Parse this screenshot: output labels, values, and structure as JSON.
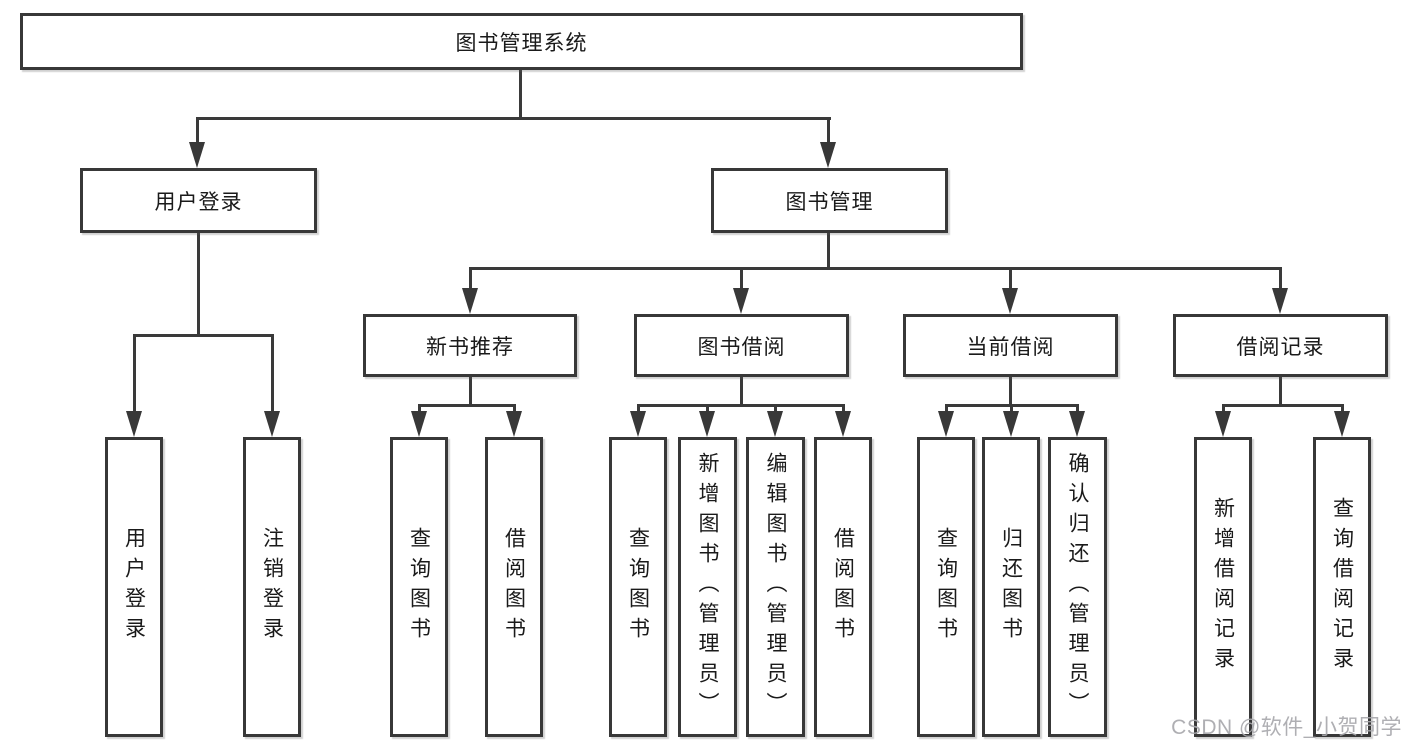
{
  "tree": {
    "label": "图书管理系统",
    "children": [
      {
        "label": "用户登录",
        "children": [
          {
            "label": "用户登录"
          },
          {
            "label": "注销登录"
          }
        ]
      },
      {
        "label": "图书管理",
        "children": [
          {
            "label": "新书推荐",
            "children": [
              {
                "label": "查询图书"
              },
              {
                "label": "借阅图书"
              }
            ]
          },
          {
            "label": "图书借阅",
            "children": [
              {
                "label": "查询图书"
              },
              {
                "label": "新增图书（管理员）"
              },
              {
                "label": "编辑图书（管理员）"
              },
              {
                "label": "借阅图书"
              }
            ]
          },
          {
            "label": "当前借阅",
            "children": [
              {
                "label": "查询图书"
              },
              {
                "label": "归还图书"
              },
              {
                "label": "确认归还（管理员）"
              }
            ]
          },
          {
            "label": "借阅记录",
            "children": [
              {
                "label": "新增借阅记录"
              },
              {
                "label": "查询借阅记录"
              }
            ]
          }
        ]
      }
    ]
  },
  "watermark": "CSDN @软件_小贺同学",
  "colors": {
    "line": "#3a3a3a",
    "box_border": "#383838",
    "text": "#1a1a1a",
    "watermark": "#a8a8ad",
    "background": "#ffffff"
  }
}
